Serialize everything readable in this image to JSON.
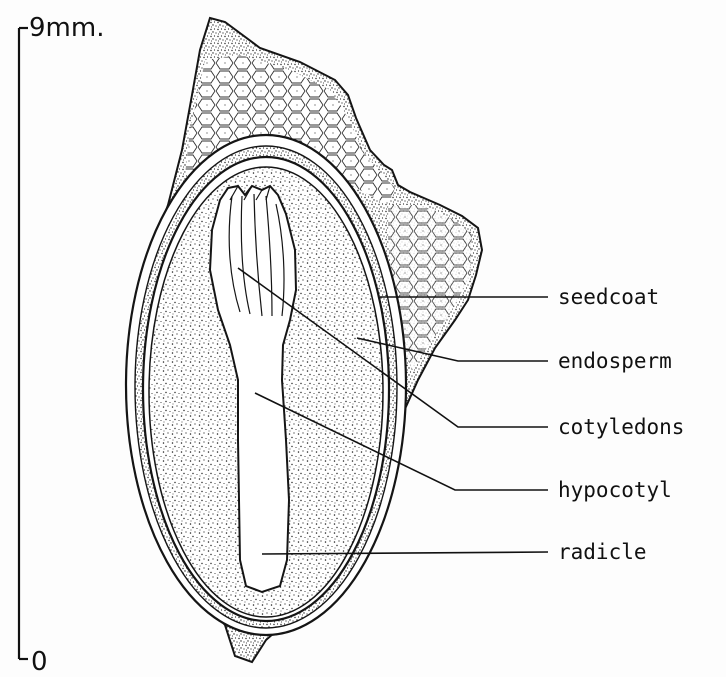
{
  "scale_bar": {
    "top_label": "9mm.",
    "bottom_label": "0"
  },
  "labels": {
    "seedcoat": "seedcoat",
    "endosperm": "endosperm",
    "cotyledons": "cotyledons",
    "hypocotyl": "hypocotyl",
    "radicle": "radicle"
  },
  "colors": {
    "ink": "#111111",
    "paper": "#fdfdfd"
  }
}
